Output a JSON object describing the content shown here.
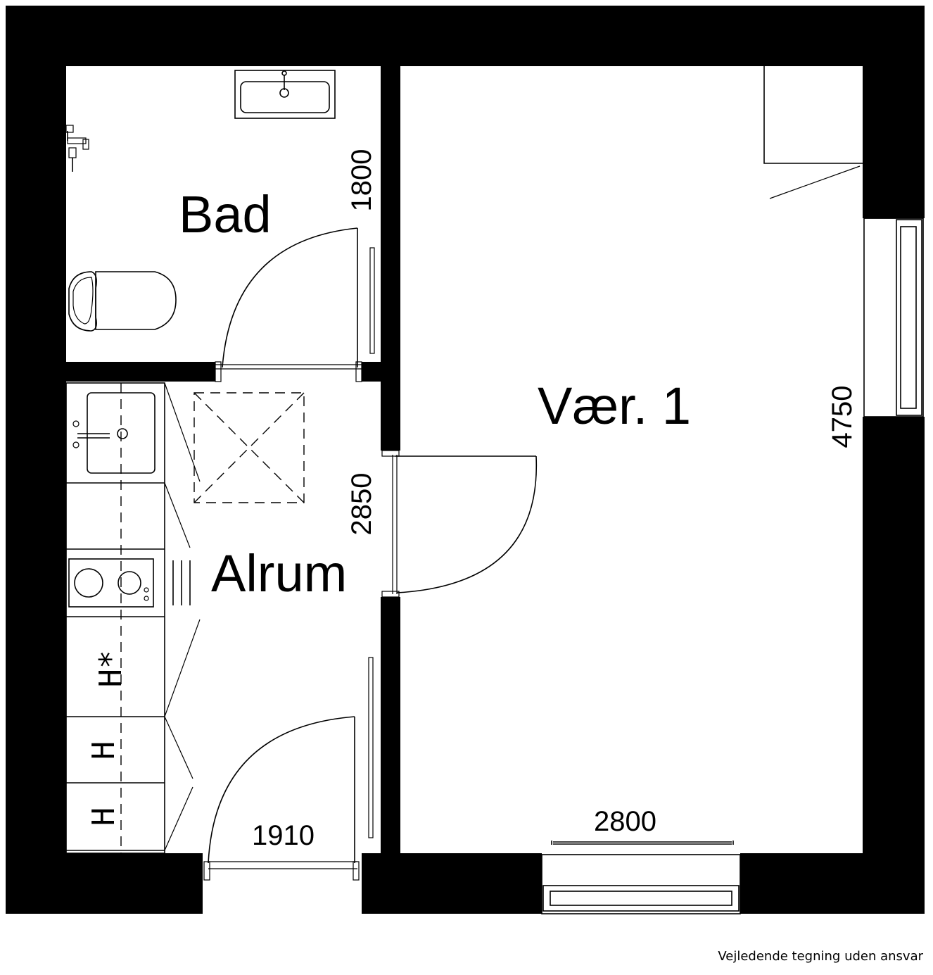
{
  "rooms": {
    "bad": "Bad",
    "alrum": "Alrum",
    "vaer": "Vær. 1"
  },
  "dimensions": {
    "bad": "1800",
    "alrum": "2850",
    "vaer": "4750",
    "alrum_width": "1910",
    "vaer_width": "2800"
  },
  "appliances": {
    "freezer": "H*",
    "fridge_a": "H",
    "fridge_b": "H"
  },
  "footer": {
    "disclaimer": "Vejledende tegning uden ansvar"
  },
  "colors": {
    "wall": "#000000",
    "background": "#ffffff"
  }
}
